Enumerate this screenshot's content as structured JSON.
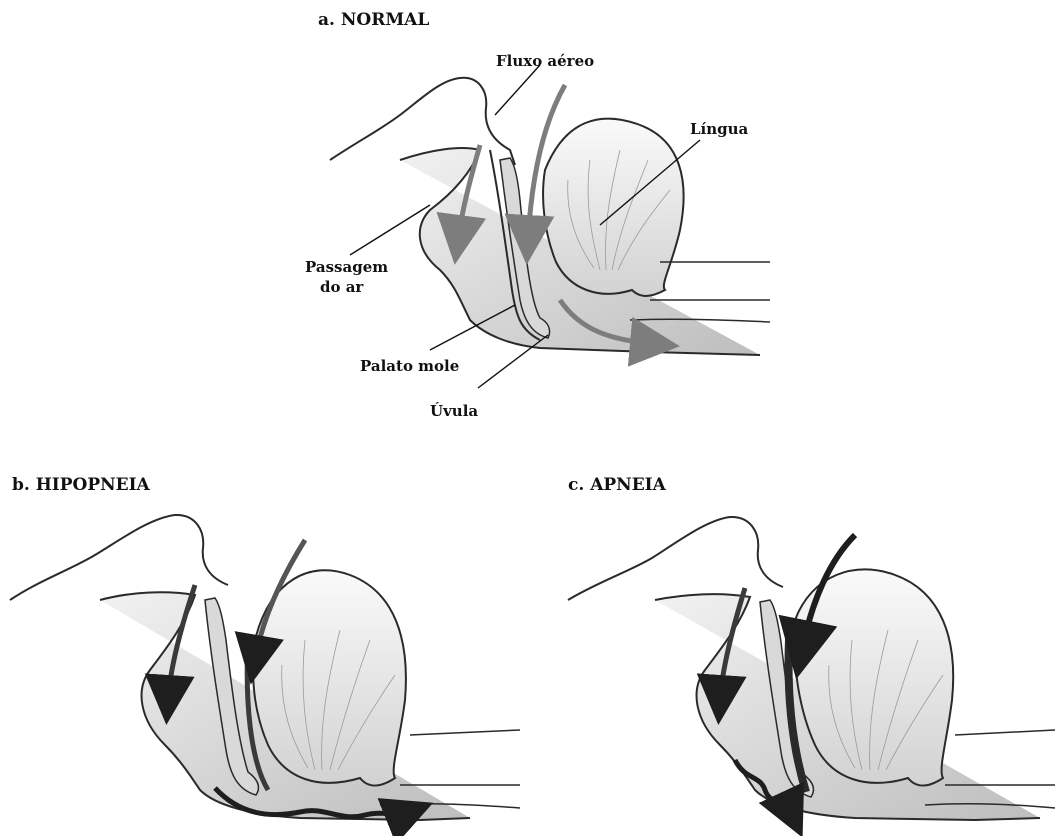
{
  "panels": {
    "normal": {
      "title": "a. NORMAL",
      "labels": {
        "fluxo": "Fluxo aéreo",
        "lingua": "Língua",
        "passagem_1": "Passagem",
        "passagem_2": "do ar",
        "palato": "Palato mole",
        "uvula": "Úvula"
      }
    },
    "hipopneia": {
      "title": "b. HIPOPNEIA"
    },
    "apneia": {
      "title": "c. APNEIA"
    }
  },
  "colors": {
    "outline": "#2a2a2a",
    "tissue_light": "#e6e6e6",
    "tissue_mid": "#cfcfcf",
    "arrow_grey": "#7d7d7d",
    "arrow_dark": "#1e1e1e"
  }
}
